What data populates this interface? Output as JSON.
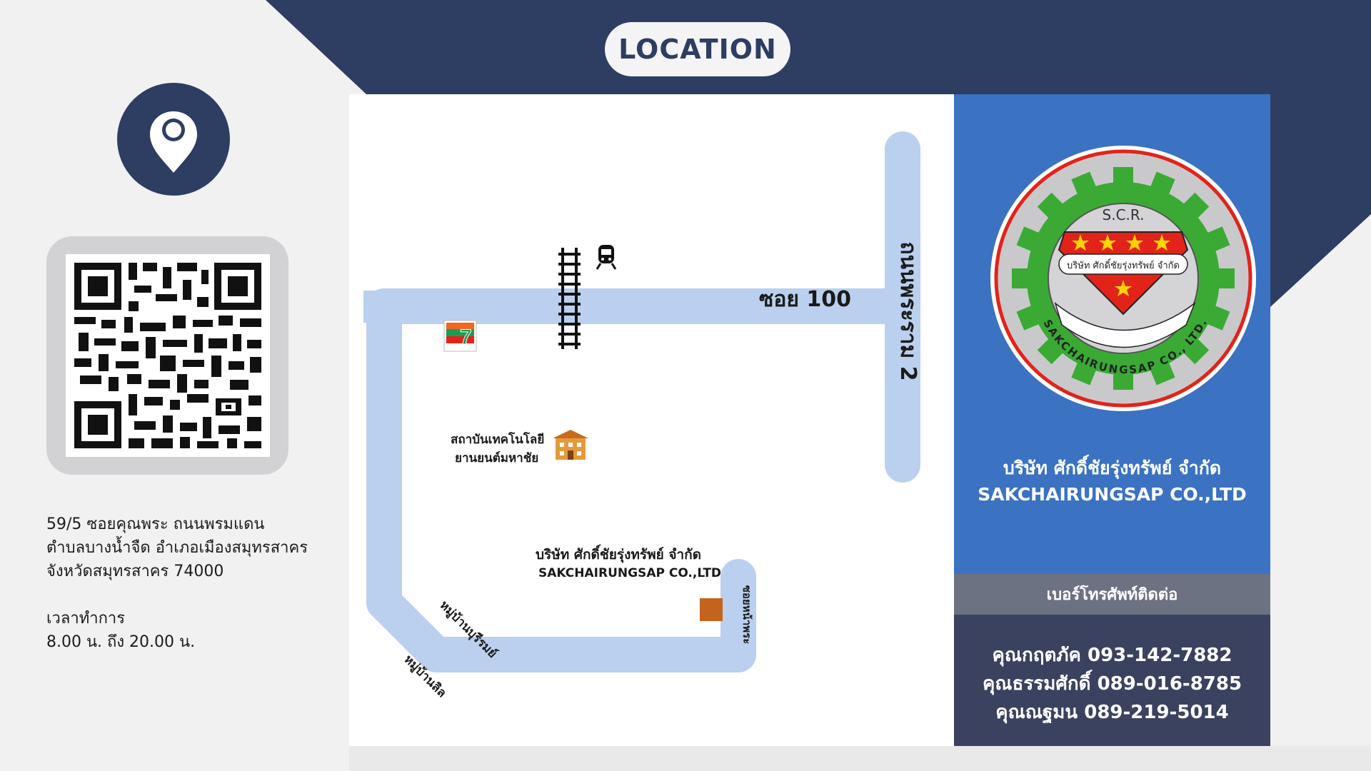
{
  "header": {
    "title": "LOCATION"
  },
  "left": {
    "pin_icon": "location-pin-icon",
    "qr_icon": "qr-code-icon",
    "address_lines": [
      "59/5 ซอยคุณพระ ถนนพรมแดน",
      "ตำบลบางน้ำจืด อำเภอเมืองสมุทรสาคร",
      "จังหวัดสมุทรสาคร 74000"
    ],
    "hours_label": "เวลาทำการ",
    "hours_value": "8.00 น. ถึง 20.00 น."
  },
  "map": {
    "soi_100": "ซอย 100",
    "rama2_road": "ถนนพระราม 2",
    "institute_line1": "สถาบันเทคโนโลยี",
    "institute_line2": "ยานยนต์มหาชัย",
    "company_th": "บริษัท ศักดิ์ชัยรุ่งทรัพย์ จำกัด",
    "company_en": "SAKCHAIRUNGSAP CO.,LTD",
    "village1": "หมู่บ้านบุรีรมย์",
    "village2": "หมู่บ้านลิล",
    "soi_right": "ซอยหน้าพระ",
    "seven_eleven_icon": "seven-eleven-icon",
    "train_icon": "train-icon",
    "railway_icon": "railway-track-icon",
    "building_icon": "building-icon",
    "destination_icon": "destination-marker-icon",
    "road_color": "#bad0ee"
  },
  "panel": {
    "logo": {
      "abbrev": "S.C.R.",
      "band_text": "บริษัท ศักดิ์ชัยรุ่งทรัพย์ จำกัด",
      "ring_text": "SAKCHAIRUNGSAP CO., LTD."
    },
    "company_th": "บริษัท ศักดิ์ชัยรุ่งทรัพย์ จำกัด",
    "company_en": "SAKCHAIRUNGSAP CO.,LTD",
    "contact_header": "เบอร์โทรศัพท์ติดต่อ",
    "contacts": [
      "คุณกฤตภัค 093-142-7882",
      "คุณธรรมศักดิ์ 089-016-8785",
      "คุณณฐมน 089-219-5014"
    ]
  },
  "colors": {
    "navy": "#2d3e62",
    "panel_blue": "#3b72c2",
    "contact_header": "#6d7283",
    "contact_body": "#3a4260",
    "gear_green": "#3aaa35",
    "logo_red": "#e2231a"
  }
}
